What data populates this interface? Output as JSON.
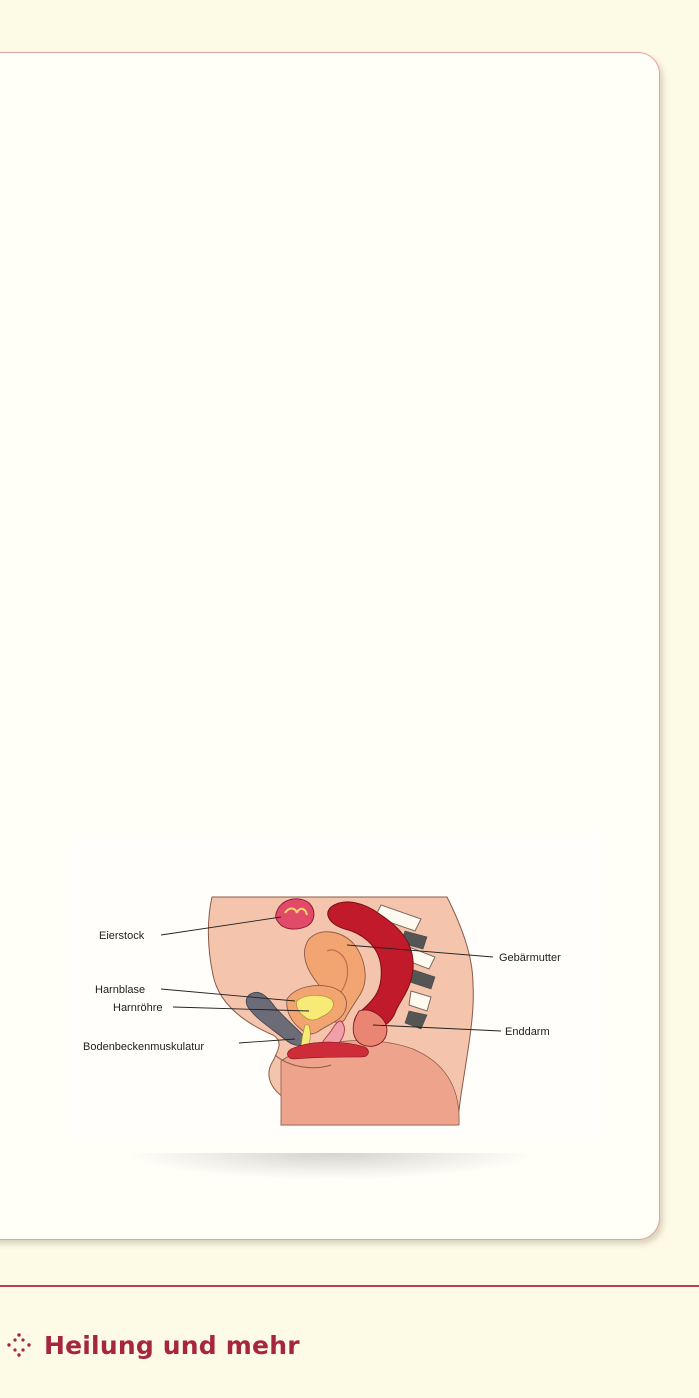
{
  "figure": {
    "labels": {
      "ovary": "Eierstock",
      "bladder": "Harnblase",
      "urethra": "Harnröhre",
      "pelvic_floor": "Bodenbeckenmuskulatur",
      "uterus": "Gebärmutter",
      "rectum": "Enddarm"
    }
  },
  "section": {
    "icon": "dotted-diamond-icon",
    "title": "Heilung und mehr"
  },
  "colors": {
    "accent": "#a7263f",
    "rule": "#c23a4e",
    "panel_border": "#e3a3a3",
    "page_background": "#fdfbe6"
  }
}
